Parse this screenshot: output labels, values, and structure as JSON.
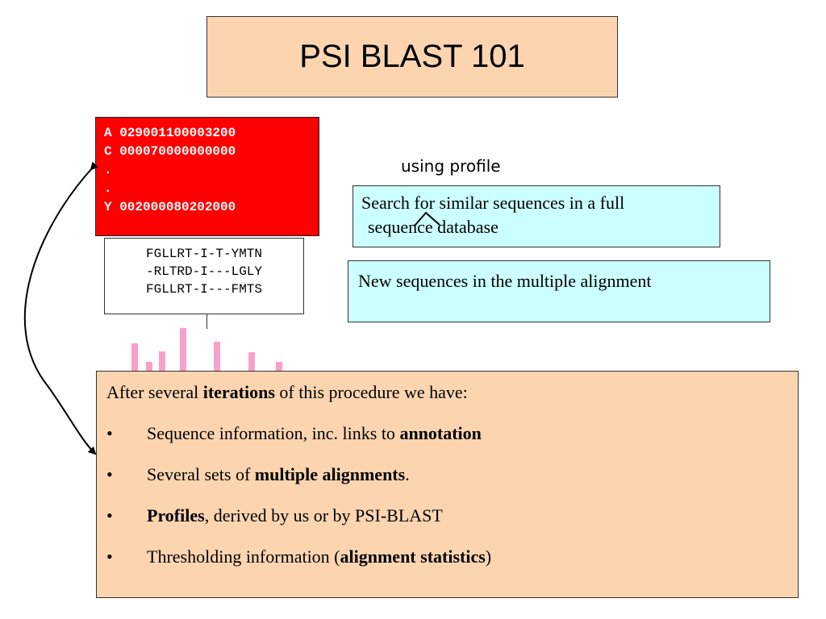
{
  "title": "PSI BLAST 101",
  "profile_matrix": {
    "rows": [
      "A 029001100003200",
      "C 000070000000000",
      ".",
      ".",
      "Y 002000080202000"
    ]
  },
  "alignment": {
    "rows": [
      "FGLLRT-I-T-YMTN",
      "-RLTRD-I---LGLY",
      "FGLLRT-I---FMTS"
    ]
  },
  "histogram": {
    "values": [
      0.64,
      0.2,
      0.46,
      1.0,
      0.68,
      0.43,
      0.2
    ]
  },
  "annotation": "using profile",
  "search_box": {
    "line1": "Search for similar sequences in a full",
    "line2": "sequence database"
  },
  "new_box": {
    "text": "New sequences in the multiple alignment"
  },
  "summary": {
    "intro_pre": "After several ",
    "intro_bold": "iterations",
    "intro_post": " of this procedure we have:",
    "bullet_char": "•",
    "bullets": [
      {
        "pre": "Sequence information, inc. links to ",
        "bold": "annotation",
        "post": ""
      },
      {
        "pre": "Several sets of ",
        "bold": "multiple alignments",
        "post": "."
      },
      {
        "pre": "",
        "bold": "Profiles",
        "post": ", derived by us or by PSI-BLAST"
      },
      {
        "pre": "Thresholding information (",
        "bold": "alignment statistics",
        "post": ")"
      }
    ]
  },
  "colors": {
    "title_bg": "#fcd5b0",
    "profile_bg": "#ff0000",
    "info_bg": "#ccffff",
    "bar": "#f7a1c9"
  }
}
